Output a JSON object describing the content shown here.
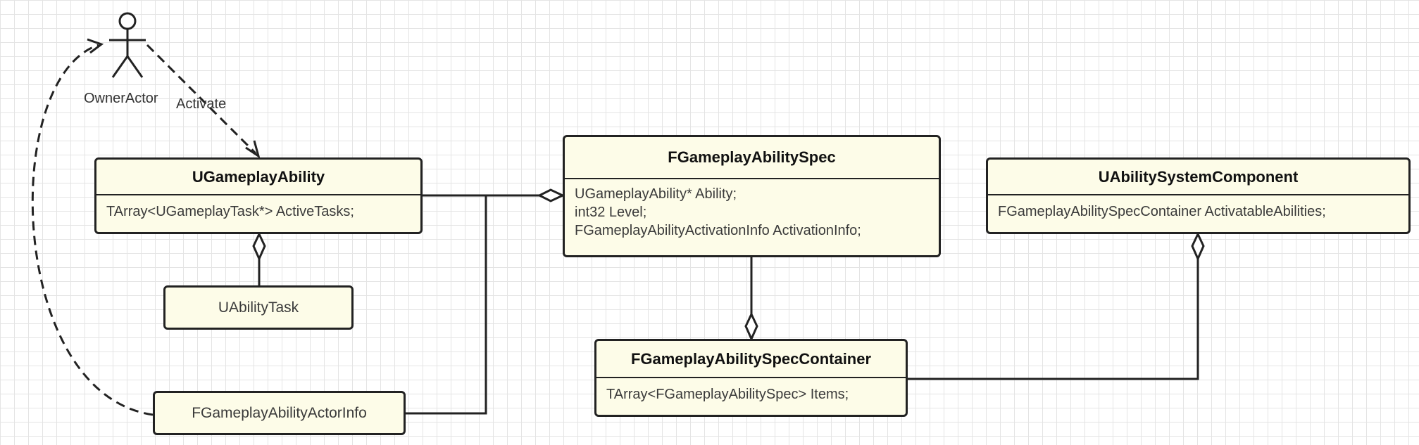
{
  "actor": {
    "label": "OwnerActor"
  },
  "activate_label": "Activate",
  "classes": {
    "ugameplay_ability": {
      "title": "UGameplayAbility",
      "members": [
        "TArray<UGameplayTask*> ActiveTasks;"
      ]
    },
    "uability_task": {
      "title": "UAbilityTask"
    },
    "fgameplay_ability_actor_info": {
      "title": "FGameplayAbilityActorInfo"
    },
    "fgameplay_ability_spec": {
      "title": "FGameplayAbilitySpec",
      "members": [
        "UGameplayAbility* Ability;",
        "int32 Level;",
        "FGameplayAbilityActivationInfo ActivationInfo;"
      ]
    },
    "fgameplay_ability_spec_container": {
      "title": "FGameplayAbilitySpecContainer",
      "members": [
        "TArray<FGameplayAbilitySpec> Items;"
      ]
    },
    "uability_system_component": {
      "title": "UAbilitySystemComponent",
      "members": [
        "FGameplayAbilitySpecContainer ActivatableAbilities;"
      ]
    }
  },
  "colors": {
    "box_fill": "#fdfce8",
    "line": "#222222",
    "text": "#333333"
  }
}
